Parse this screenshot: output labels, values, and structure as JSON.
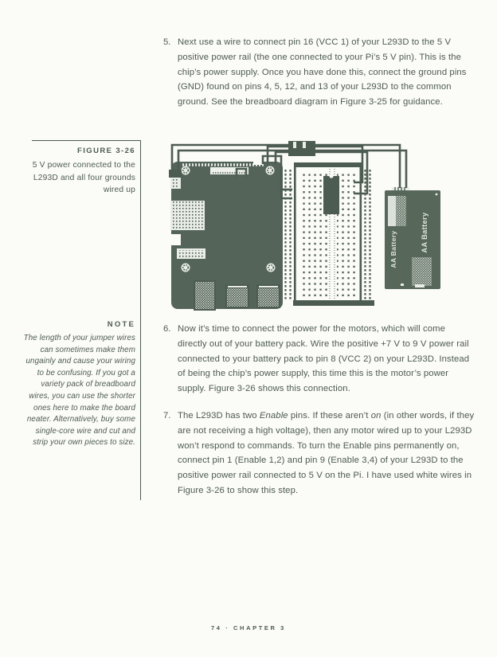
{
  "caption": {
    "label": "FIGURE 3-26",
    "text": "5 V power connected to the L293D and all four grounds wired up"
  },
  "note": {
    "label": "NOTE",
    "text": "The length of your jumper wires can sometimes make them ungainly and cause your wiring to be confusing. If you got a variety pack of breadboard wires, you can use the shorter ones here to make the board neater. Alternatively, buy some single-core wire and cut and strip your own pieces to size."
  },
  "steps": [
    {
      "num": "5.",
      "text": "Next use a wire to connect pin 16 (VCC 1) of your L293D to the 5 V positive power rail (the one connected to your Pi’s 5 V pin). This is the chip’s power supply. Once you have done this, connect the ground pins (GND) found on pins 4, 5, 12, and 13 of your L293D to the common ground. See the breadboard diagram in Figure 3-25 for guidance."
    },
    {
      "num": "6.",
      "text": "Now it’s time to connect the power for the motors, which will come directly out of your battery pack. Wire the positive +7 V to 9 V power rail connected to your battery pack to pin 8 (VCC 2) on your L293D. Instead of being the chip’s power supply, this time this is the motor’s power supply. Figure 3-26 shows this connection."
    },
    {
      "num": "7.",
      "segments": {
        "s1": "The L293D has two ",
        "em1": "Enable",
        "s2": " pins. If these aren’t ",
        "em2": "on",
        "s3": " (in other words, if they are not receiving a high voltage), then any motor wired up to your L293D won’t respond to commands. To turn the Enable pins permanently on, connect pin 1 (Enable 1,2) and pin 9 (Enable 3,4) of your L293D to the positive power rail connected to 5 V on the Pi. I have used white wires in Figure 3-26 to show this step."
      }
    }
  ],
  "figure": {
    "battery_label_left": "AA Battery",
    "battery_label_right": "AA Battery"
  },
  "footer": "74 · CHAPTER 3",
  "colors": {
    "ink": "#4d5c50",
    "board_fill": "#556458",
    "battery_fill": "#57675a",
    "page_bg": "#fbfbf8"
  }
}
